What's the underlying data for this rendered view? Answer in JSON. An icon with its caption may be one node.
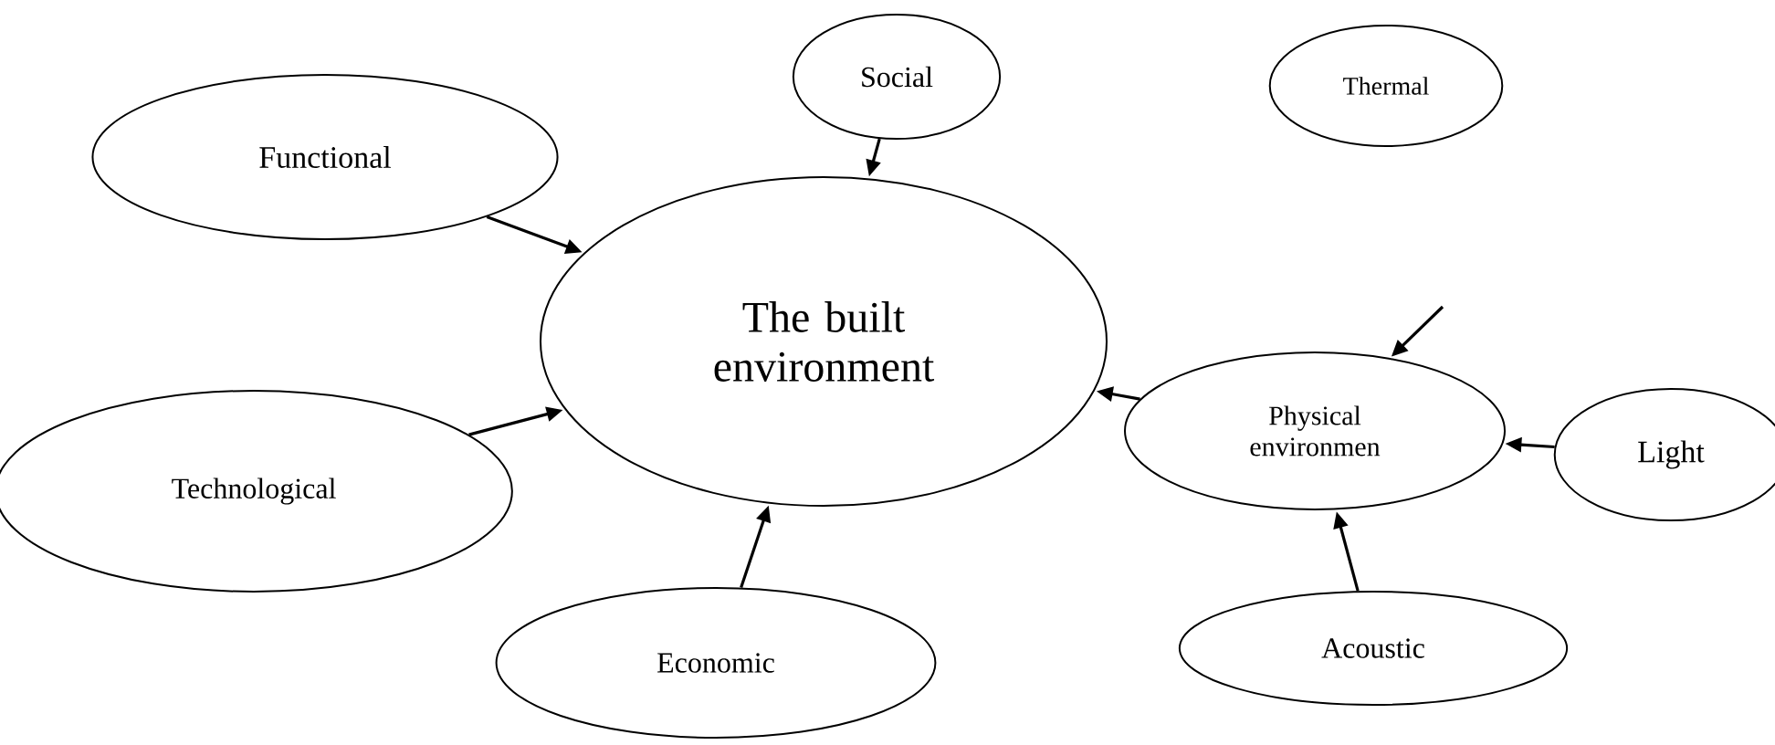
{
  "diagram": {
    "nodes": [
      {
        "text": [
          "Social"
        ]
      },
      {
        "text": [
          "Thermal"
        ]
      },
      {
        "text": [
          "Functional"
        ]
      },
      {
        "text": [
          "The built environment"
        ]
      },
      {
        "text": [
          "Technological"
        ]
      },
      {
        "text": [
          "Physical environmen"
        ]
      },
      {
        "text": [
          "Light"
        ]
      },
      {
        "text": [
          "Economic"
        ]
      },
      {
        "text": [
          "Acoustic"
        ]
      }
    ],
    "edges": [
      {
        "from": 0,
        "to": 3,
        "arrow": "to"
      },
      {
        "from": 2,
        "to": 3,
        "arrow": "to"
      },
      {
        "from": 4,
        "to": 3,
        "arrow": "to"
      },
      {
        "from": 7,
        "to": 3,
        "arrow": "to"
      },
      {
        "from": 5,
        "to": 3,
        "arrow": "to"
      },
      {
        "from": null,
        "to": 5,
        "arrow": "to"
      },
      {
        "from": 6,
        "to": 5,
        "arrow": "to"
      },
      {
        "from": 8,
        "to": 5,
        "arrow": "to"
      }
    ]
  }
}
